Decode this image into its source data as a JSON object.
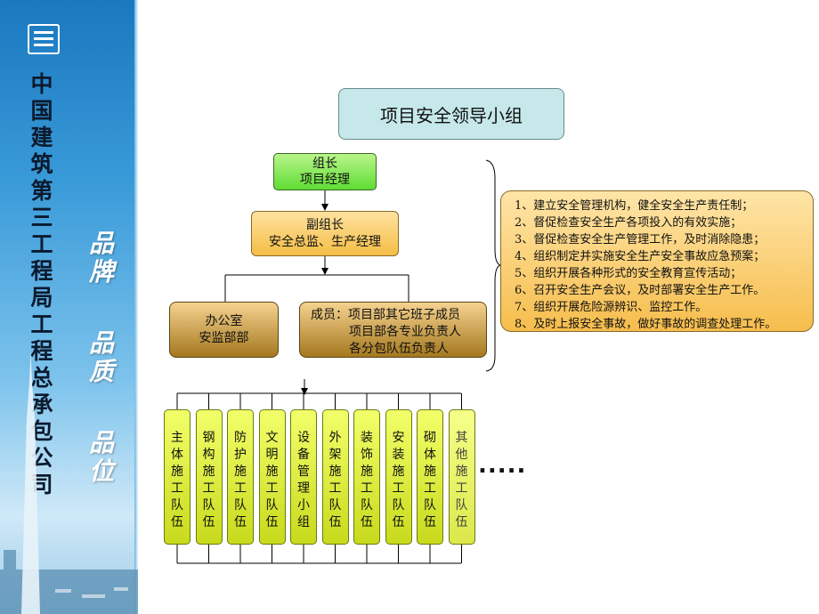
{
  "sidebar": {
    "logo_icon": "cscec-logo-icon",
    "company_name": "中国建筑第三工程局工程总承包公司",
    "slogans": [
      "品牌",
      "品质",
      "品位"
    ],
    "colors": {
      "top": "#1a78bf",
      "bottom": "#cfe9f8"
    }
  },
  "title": "项目安全领导小组",
  "leader": {
    "line1": "组长",
    "line2": "项目经理"
  },
  "deputy": {
    "line1": "副组长",
    "line2": "安全总监、生产经理"
  },
  "office": {
    "line1": "办公室",
    "line2": "安监部部"
  },
  "members": {
    "line1": "成员：项目部其它班子成员",
    "line2": "项目部各专业负责人",
    "line3": "各分包队伍负责人"
  },
  "duties": [
    "1、建立安全管理机构，健全安全生产责任制；",
    "2、督促检查安全生产各项投入的有效实施；",
    "3、督促检查安全生产管理工作，及时消除隐患；",
    "4、组织制定并实施安全生产安全事故应急预案；",
    "5、组织开展各种形式的安全教育宣传活动；",
    "6、召开安全生产会议，及时部署安全生产工作。",
    "7、组织开展危险源辨识、监控工作。",
    "8、及时上报安全事故，做好事故的调查处理工作。"
  ],
  "teams": [
    "主体施工队伍",
    "钢构施工队伍",
    "防护施工队伍",
    "文明施工队伍",
    "设备管理小组",
    "外架施工队伍",
    "装饰施工队伍",
    "安装施工队伍",
    "砌体施工队伍",
    "其他施工队伍"
  ],
  "ellipsis": ".....",
  "colors": {
    "title_box": "#c6e8ea",
    "leader_box": "#5fdc34",
    "deputy_box": "#f5bd45",
    "office_box": "#a4781f",
    "duties_box": "#f6bd4c",
    "team_box": "#c8da1c"
  }
}
